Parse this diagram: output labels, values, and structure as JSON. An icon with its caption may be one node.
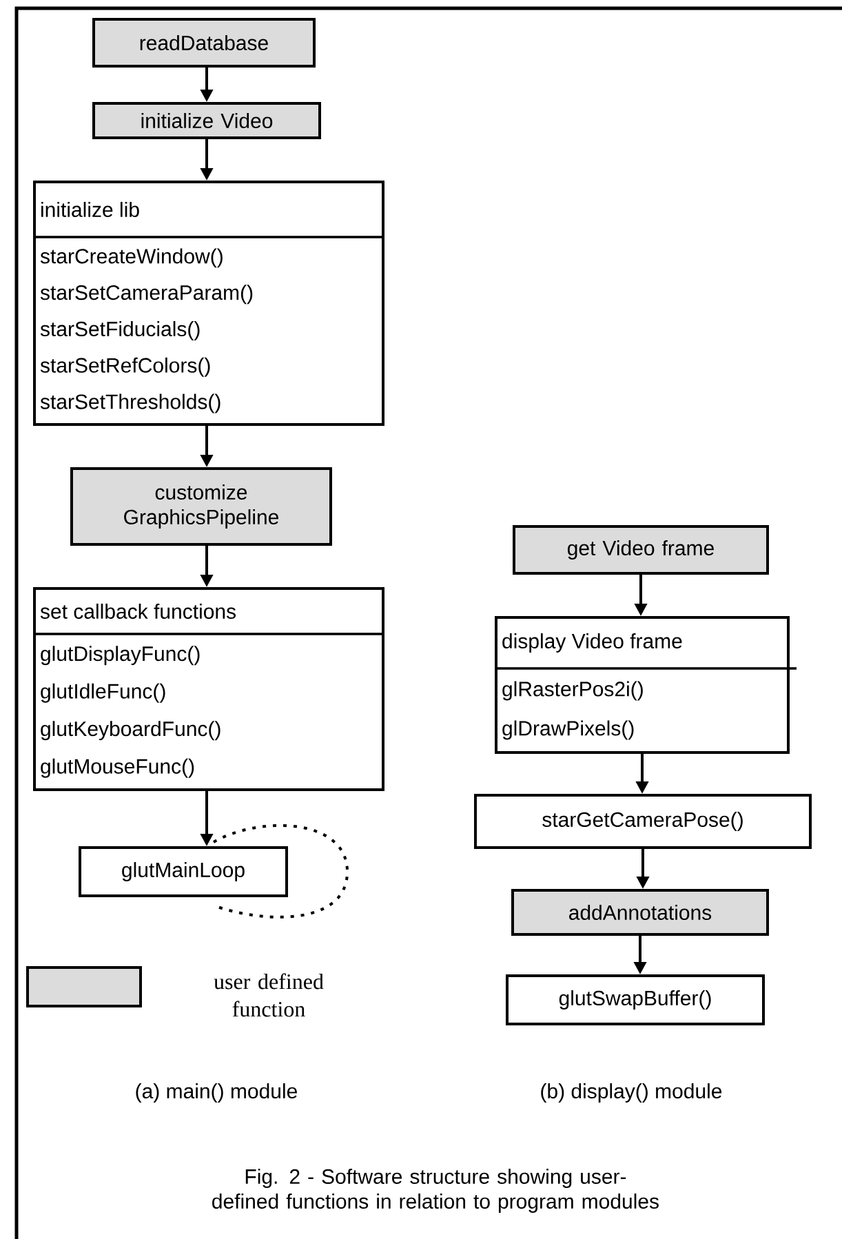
{
  "diagram": {
    "caption": "Fig. 2 - Software structure showing user-defined functions in relation to program modules",
    "nodes": [
      {
        "text": [
          "readDatabase"
        ]
      },
      {
        "text": [
          "initialize Video"
        ]
      },
      {
        "text": [
          "initialize lib",
          "starCreateWindow()",
          "starSetCameraParam()",
          "starSetFiducials()",
          "starSetRefColors()",
          "starSetThresholds()"
        ]
      },
      {
        "text": [
          "customize GraphicsPipeline"
        ]
      },
      {
        "text": [
          "set callback functions",
          "glutDisplayFunc()",
          "glutIdleFunc()",
          "glutKeyboardFunc()",
          "glutMouseFunc()"
        ]
      },
      {
        "text": [
          "glutMainLoop"
        ]
      },
      {
        "text": [
          "get Video frame"
        ]
      },
      {
        "text": [
          "display Video frame",
          "glRasterPos2i()",
          "glDrawPixels()"
        ]
      },
      {
        "text": [
          "starGetCameraPose()"
        ]
      },
      {
        "text": [
          "addAnnotations"
        ]
      },
      {
        "text": [
          "glutSwapBuffer()"
        ]
      }
    ],
    "edges": [
      {
        "from": 0,
        "to": 1,
        "arrow": "to"
      },
      {
        "from": 1,
        "to": 2,
        "arrow": "to"
      },
      {
        "from": 2,
        "to": 3,
        "arrow": "to"
      },
      {
        "from": 3,
        "to": 4,
        "arrow": "to"
      },
      {
        "from": 4,
        "to": 5,
        "arrow": "to"
      },
      {
        "from": 5,
        "to": 5,
        "arrow": "none",
        "style": "dashed"
      },
      {
        "from": 6,
        "to": 7,
        "arrow": "to"
      },
      {
        "from": 7,
        "to": 8,
        "arrow": "to"
      },
      {
        "from": 8,
        "to": 9,
        "arrow": "to"
      },
      {
        "from": 9,
        "to": 10,
        "arrow": "to"
      }
    ],
    "labels": [
      "(a) main() module",
      "(b) display() module"
    ],
    "legend": [
      {
        "text": "user defined function",
        "color": "#dcdcdc"
      }
    ]
  }
}
